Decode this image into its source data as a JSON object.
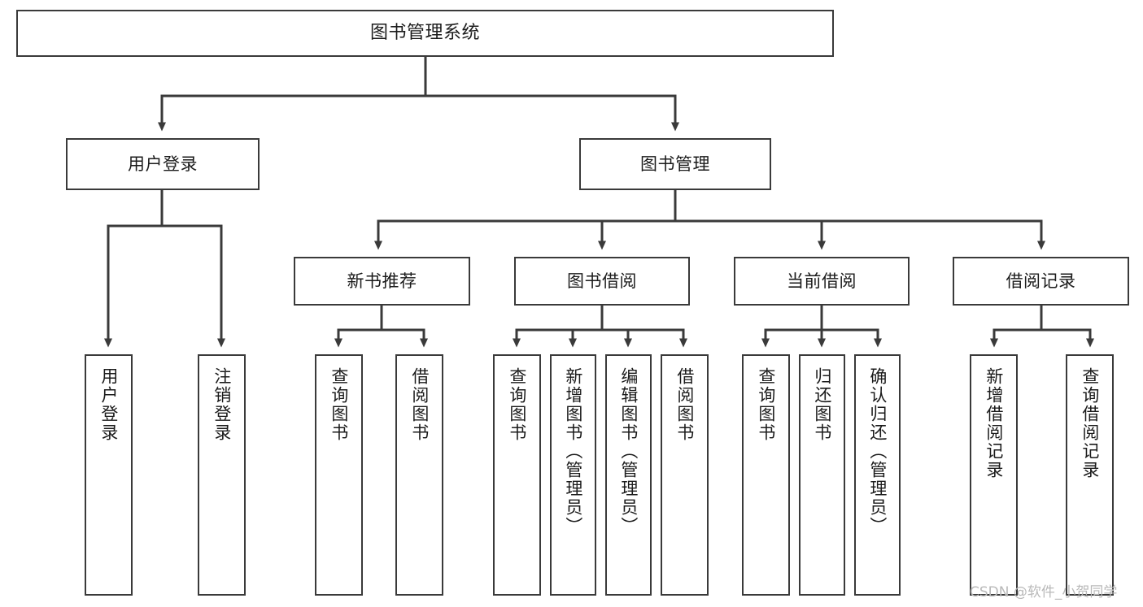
{
  "diagram": {
    "title": "图书管理系统",
    "type": "tree",
    "root": {
      "id": "root",
      "label": "图书管理系统",
      "orientation": "horizontal"
    },
    "level2": [
      {
        "id": "user-login",
        "label": "用户登录",
        "orientation": "horizontal"
      },
      {
        "id": "book-manage",
        "label": "图书管理",
        "orientation": "horizontal"
      }
    ],
    "level3": [
      {
        "id": "new-book-recommend",
        "label": "新书推荐",
        "orientation": "horizontal",
        "parent": "book-manage"
      },
      {
        "id": "book-borrow",
        "label": "图书借阅",
        "orientation": "horizontal",
        "parent": "book-manage"
      },
      {
        "id": "current-borrow",
        "label": "当前借阅",
        "orientation": "horizontal",
        "parent": "book-manage"
      },
      {
        "id": "borrow-record",
        "label": "借阅记录",
        "orientation": "horizontal",
        "parent": "book-manage"
      }
    ],
    "leaves": [
      {
        "id": "leaf-user-login",
        "label": "用户登录",
        "parent": "user-login",
        "orientation": "vertical"
      },
      {
        "id": "leaf-user-logout",
        "label": "注销登录",
        "parent": "user-login",
        "orientation": "vertical"
      },
      {
        "id": "leaf-query-book-1",
        "label": "查询图书",
        "parent": "new-book-recommend",
        "orientation": "vertical"
      },
      {
        "id": "leaf-borrow-book-1",
        "label": "借阅图书",
        "parent": "new-book-recommend",
        "orientation": "vertical"
      },
      {
        "id": "leaf-query-book-2",
        "label": "查询图书",
        "parent": "book-borrow",
        "orientation": "vertical"
      },
      {
        "id": "leaf-add-book",
        "label": "新增图书（管理员）",
        "parent": "book-borrow",
        "orientation": "vertical"
      },
      {
        "id": "leaf-edit-book",
        "label": "编辑图书（管理员）",
        "parent": "book-borrow",
        "orientation": "vertical"
      },
      {
        "id": "leaf-borrow-book-2",
        "label": "借阅图书",
        "parent": "book-borrow",
        "orientation": "vertical"
      },
      {
        "id": "leaf-query-book-3",
        "label": "查询图书",
        "parent": "current-borrow",
        "orientation": "vertical"
      },
      {
        "id": "leaf-return-book",
        "label": "归还图书",
        "parent": "current-borrow",
        "orientation": "vertical"
      },
      {
        "id": "leaf-confirm-return",
        "label": "确认归还（管理员）",
        "parent": "current-borrow",
        "orientation": "vertical"
      },
      {
        "id": "leaf-add-record",
        "label": "新增借阅记录",
        "parent": "borrow-record",
        "orientation": "vertical"
      },
      {
        "id": "leaf-query-record",
        "label": "查询借阅记录",
        "parent": "borrow-record",
        "orientation": "vertical"
      }
    ],
    "colors": {
      "box_border": "#3a3a3a",
      "box_fill": "#ffffff",
      "connector": "#3a3a3a",
      "text": "#1b1b1b",
      "background": "#ffffff",
      "watermark": "#b9b9b9"
    }
  },
  "watermark": {
    "text": "CSDN @软件_小贺同学"
  }
}
